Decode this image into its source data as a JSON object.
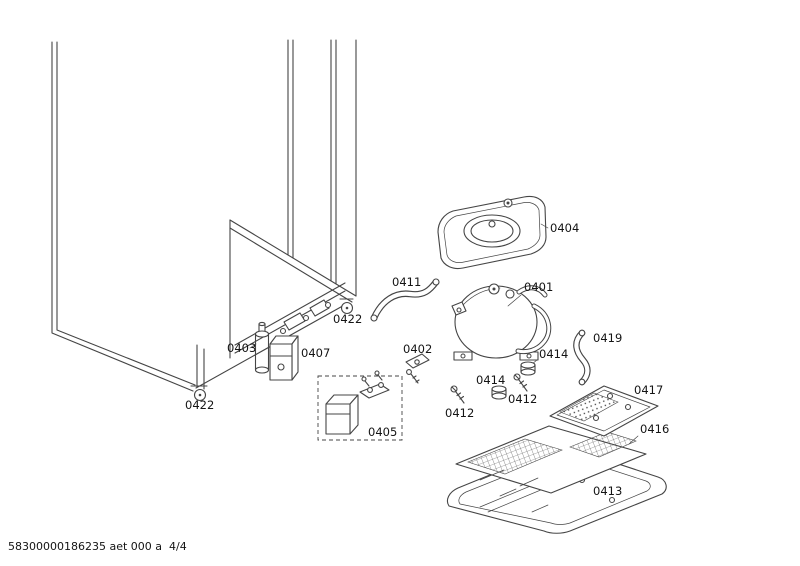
{
  "document": {
    "footer_code": "58300000186235 aet 000 a  4/4"
  },
  "diagram": {
    "labels": [
      {
        "id": "0422-front-roller",
        "text": "0422"
      },
      {
        "id": "0422-rear-roller",
        "text": "0422"
      },
      {
        "id": "0403",
        "text": "0403"
      },
      {
        "id": "0407",
        "text": "0407"
      },
      {
        "id": "0411",
        "text": "0411"
      },
      {
        "id": "0404",
        "text": "0404"
      },
      {
        "id": "0401",
        "text": "0401"
      },
      {
        "id": "0402",
        "text": "0402"
      },
      {
        "id": "0405",
        "text": "0405"
      },
      {
        "id": "0414-right",
        "text": "0414"
      },
      {
        "id": "0414-left",
        "text": "0414"
      },
      {
        "id": "0412-right",
        "text": "0412"
      },
      {
        "id": "0412-left",
        "text": "0412"
      },
      {
        "id": "0419",
        "text": "0419"
      },
      {
        "id": "0417",
        "text": "0417"
      },
      {
        "id": "0416",
        "text": "0416"
      },
      {
        "id": "0413",
        "text": "0413"
      }
    ]
  }
}
